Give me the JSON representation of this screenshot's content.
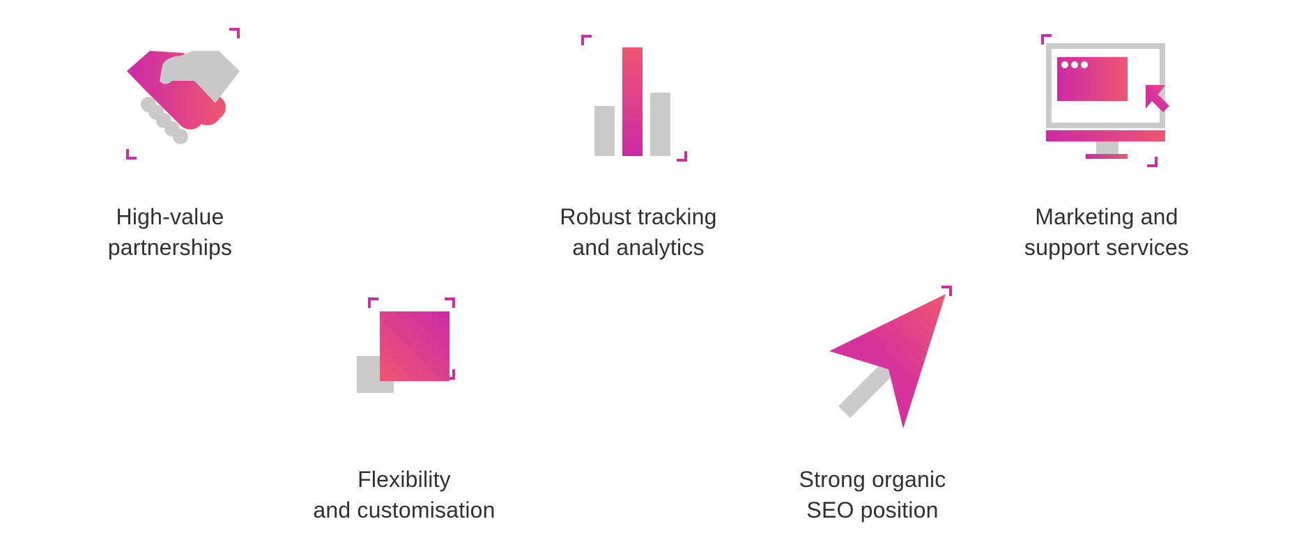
{
  "features": [
    {
      "id": "partnerships",
      "icon": "handshake-icon",
      "line1": "High-value",
      "line2": "partnerships"
    },
    {
      "id": "tracking",
      "icon": "bar-chart-icon",
      "line1": "Robust tracking",
      "line2": "and analytics"
    },
    {
      "id": "marketing",
      "icon": "monitor-cursor-icon",
      "line1": "Marketing and",
      "line2": "support services"
    },
    {
      "id": "flexibility",
      "icon": "overlapping-squares-icon",
      "line1": "Flexibility",
      "line2": "and customisation"
    },
    {
      "id": "seo",
      "icon": "arrow-pointer-icon",
      "line1": "Strong organic",
      "line2": "SEO position"
    }
  ],
  "colors": {
    "gradient_start": "#cc2aa6",
    "gradient_end": "#ee5672",
    "accent": "#d02ba3",
    "gray": "#cacaca",
    "text": "#2f3033"
  }
}
